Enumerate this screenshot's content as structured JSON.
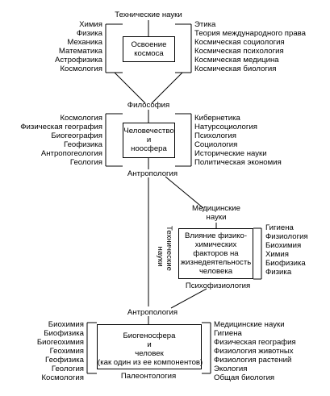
{
  "block1": {
    "top_label": "Технические науки",
    "left": [
      "Химия",
      "Физика",
      "Механика",
      "Математика",
      "Астрофизика",
      "Космология"
    ],
    "center_line1": "Освоение",
    "center_line2": "космоса",
    "right": [
      "Этика",
      "Теория международного права",
      "Космическая социология",
      "Космическая психология",
      "Космическая медицина",
      "Космическая биология"
    ],
    "bottom_label": "Философия"
  },
  "block2": {
    "left": [
      "Космология",
      "Физическая география",
      "Биогеография",
      "Геофизика",
      "Антропогеология",
      "Геология"
    ],
    "center_line1": "Человечество",
    "center_line2": "и",
    "center_line3": "ноосфера",
    "right": [
      "Кибернетика",
      "Натурсоциология",
      "Психология",
      "Социология",
      "Исторические науки",
      "Политическая экономия"
    ],
    "bottom_label": "Антропология"
  },
  "block3": {
    "top_line1": "Медицинские",
    "top_line2": "науки",
    "vertical_line1": "Технические",
    "vertical_line2": "науки",
    "center_lines": [
      "Влияние физико-",
      "химических",
      "факторов на",
      "жизнедеятельность",
      "человека"
    ],
    "right": [
      "Гигиена",
      "Физиология",
      "Биохимия",
      "Химия",
      "Биофизика",
      "Физика"
    ],
    "bottom_label": "Психофизиология"
  },
  "block4": {
    "top_label": "Антропология",
    "left": [
      "Биохимия",
      "Биофизика",
      "Биогеохимия",
      "Геохимия",
      "Геофизика",
      "Геология",
      "Космология"
    ],
    "center_line1": "Биогеносфера",
    "center_line2": "и",
    "center_line3": "человек",
    "center_line4": "(как один из ее компонентов)",
    "right": [
      "Медицинские науки",
      "Гигиена",
      "Физическая география",
      "Физиология животных",
      "Физиология растений",
      "Экология",
      "Общая биология"
    ],
    "bottom_label": "Палеонтология"
  }
}
